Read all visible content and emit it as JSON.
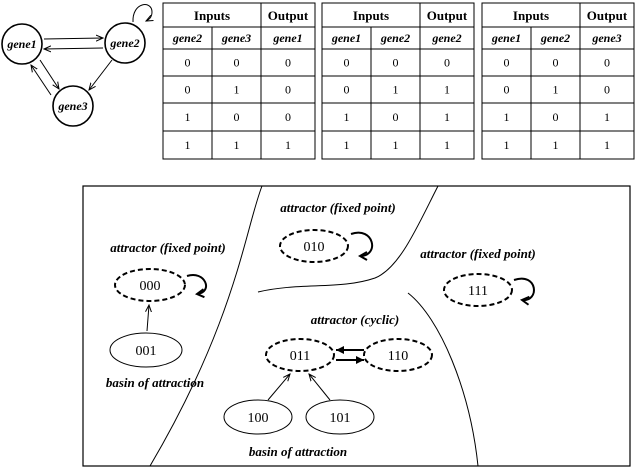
{
  "network": {
    "nodes": [
      "gene1",
      "gene2",
      "gene3"
    ]
  },
  "truth_tables": [
    {
      "inputs_label": "Inputs",
      "output_label": "Output",
      "columns": [
        "gene2",
        "gene3",
        "gene1"
      ],
      "rows": [
        [
          "0",
          "0",
          "0"
        ],
        [
          "0",
          "1",
          "0"
        ],
        [
          "1",
          "0",
          "0"
        ],
        [
          "1",
          "1",
          "1"
        ]
      ]
    },
    {
      "inputs_label": "Inputs",
      "output_label": "Output",
      "columns": [
        "gene1",
        "gene2",
        "gene2"
      ],
      "rows": [
        [
          "0",
          "0",
          "0"
        ],
        [
          "0",
          "1",
          "1"
        ],
        [
          "1",
          "0",
          "1"
        ],
        [
          "1",
          "1",
          "1"
        ]
      ]
    },
    {
      "inputs_label": "Inputs",
      "output_label": "Output",
      "columns": [
        "gene1",
        "gene2",
        "gene3"
      ],
      "rows": [
        [
          "0",
          "0",
          "0"
        ],
        [
          "0",
          "1",
          "0"
        ],
        [
          "1",
          "0",
          "1"
        ],
        [
          "1",
          "1",
          "1"
        ]
      ]
    }
  ],
  "state_space": {
    "labels": {
      "fixed_point": "attractor (fixed point)",
      "cyclic": "attractor (cyclic)",
      "basin": "basin of attraction"
    },
    "states": {
      "s000": "000",
      "s001": "001",
      "s010": "010",
      "s111": "111",
      "s011": "011",
      "s110": "110",
      "s100": "100",
      "s101": "101"
    }
  }
}
